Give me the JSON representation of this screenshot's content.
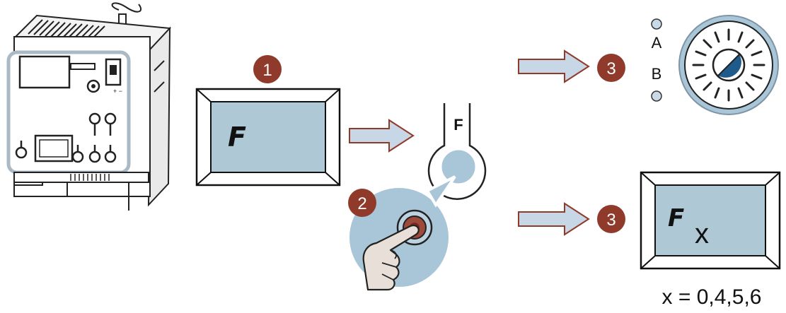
{
  "step_badges": {
    "step1": "1",
    "step2": "2",
    "step3_top": "3",
    "step3_bottom": "3"
  },
  "display1": {
    "text": "F"
  },
  "button": {
    "label": "F"
  },
  "indicators": {
    "led_a_label": "A",
    "led_b_label": "B"
  },
  "display2": {
    "letter": "F",
    "subscript": "x"
  },
  "footnote": "x = 0,4,5,6",
  "colors": {
    "badge": "#8f3a2a",
    "arrow_fill": "#c7d7e5",
    "arrow_stroke": "#8f3a2a",
    "display_screen": "#afc8d6",
    "frame_outline": "#111111",
    "device_highlight": "#a9b9c6",
    "button_fill": "#a9c6d8"
  },
  "icons": {
    "device": "plc-module-icon",
    "dial": "rotary-dial-icon",
    "hand": "pointing-hand-icon"
  }
}
